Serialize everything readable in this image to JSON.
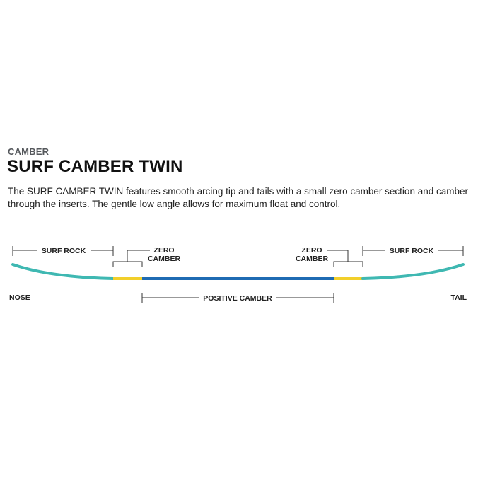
{
  "header": {
    "category": "CAMBER",
    "title": "SURF CAMBER TWIN",
    "description": "The SURF CAMBER TWIN features smooth arcing tip and tails with a small zero camber section and camber through the inserts. The gentle low angle allows for maximum float and control."
  },
  "diagram": {
    "labels": {
      "surf_rock_left": "SURF ROCK",
      "surf_rock_right": "SURF ROCK",
      "zero_left_line1": "ZERO",
      "zero_left_line2": "CAMBER",
      "zero_right_line1": "ZERO",
      "zero_right_line2": "CAMBER",
      "positive_camber": "POSITIVE CAMBER",
      "nose": "NOSE",
      "tail": "TAIL"
    },
    "colors": {
      "rocker": "#3fb8b2",
      "zero_camber": "#f2cf2a",
      "positive_camber": "#1f6bb3",
      "annotation": "#333333"
    }
  }
}
